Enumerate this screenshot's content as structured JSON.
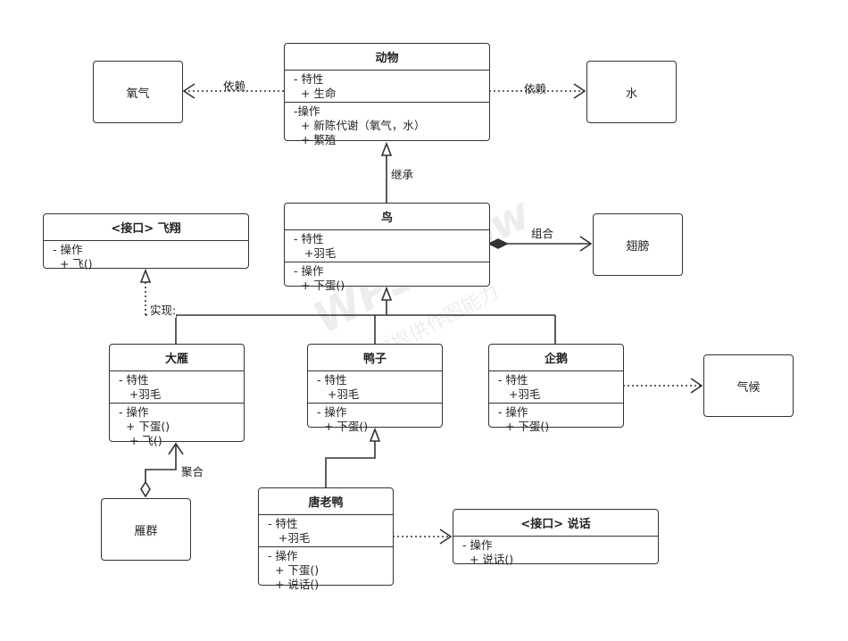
{
  "nodes": {
    "oxygen": "氧气",
    "water": "水",
    "wings": "翅膀",
    "climate": "气候",
    "flock": "雁群"
  },
  "classes": {
    "animal": {
      "title": "动物",
      "sections": [
        [
          "- 特性",
          "  + 生命"
        ],
        [
          "-操作",
          "  + 新陈代谢（氧气，水）",
          "  + 繁殖"
        ]
      ]
    },
    "bird": {
      "title": "鸟",
      "sections": [
        [
          "- 特性",
          "   +羽毛"
        ],
        [
          "- 操作",
          "  + 下蛋()"
        ]
      ]
    },
    "fly_interface": {
      "title": "<接口> 飞翔",
      "sections": [
        [
          "- 操作",
          "  + 飞()"
        ]
      ]
    },
    "goose": {
      "title": "大雁",
      "sections": [
        [
          "- 特性",
          "   +羽毛"
        ],
        [
          "- 操作",
          "  + 下蛋()",
          "   + 飞()"
        ]
      ]
    },
    "duck": {
      "title": "鸭子",
      "sections": [
        [
          "- 特性",
          "   +羽毛"
        ],
        [
          "- 操作",
          "  + 下蛋()"
        ]
      ]
    },
    "penguin": {
      "title": "企鹅",
      "sections": [
        [
          "- 特性",
          "   +羽毛"
        ],
        [
          "- 操作",
          "  + 下蛋()"
        ]
      ]
    },
    "donald": {
      "title": "唐老鸭",
      "sections": [
        [
          "- 特性",
          "   +羽毛"
        ],
        [
          "- 操作",
          "  + 下蛋()",
          "  + 说话()"
        ]
      ]
    },
    "speak_interface": {
      "title": "<接口> 说话",
      "sections": [
        [
          "- 操作",
          "  + 说话()"
        ]
      ]
    }
  },
  "edge_labels": {
    "dep_oxygen": "依赖",
    "dep_water": "依赖",
    "inherit": "继承",
    "compose": "组合",
    "realize": "实现:",
    "aggregate": "聚合"
  },
  "watermark": {
    "main": "WPS Flow",
    "sub": "WPS仅提供作图能力"
  }
}
